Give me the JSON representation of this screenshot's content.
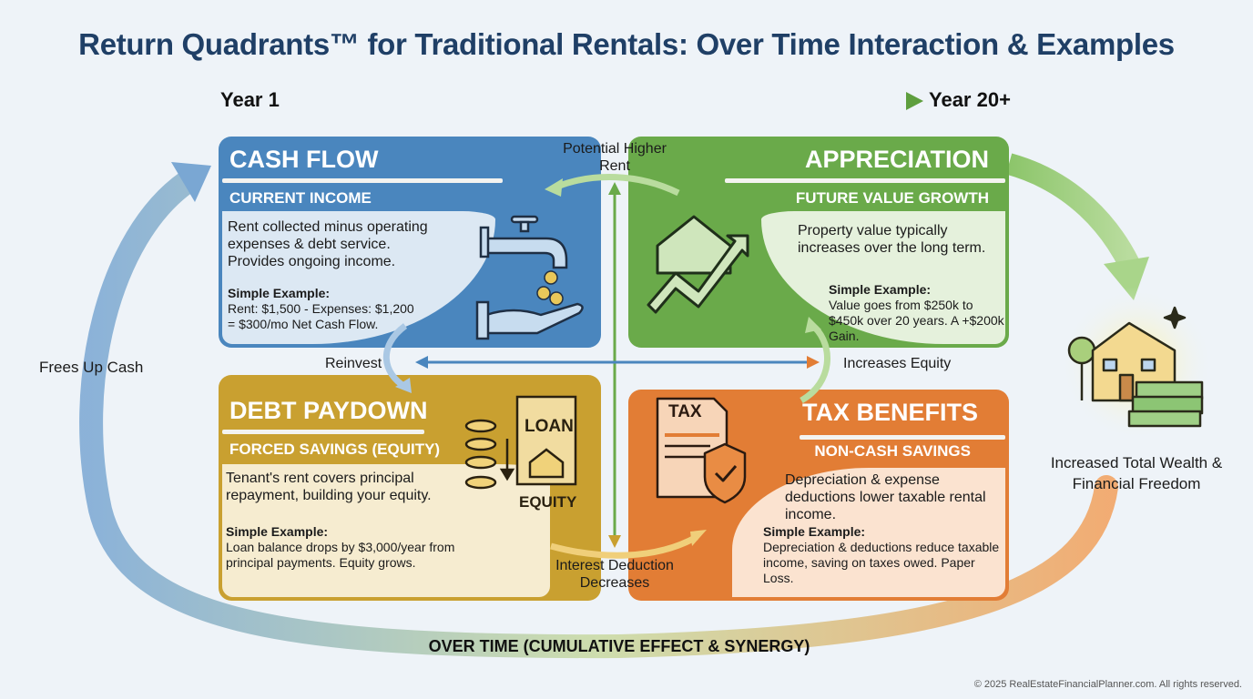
{
  "title": "Return Quadrants™ for Traditional Rentals: Over Time Interaction & Examples",
  "timeline": {
    "start": "Year 1",
    "end": "Year 20+"
  },
  "quadrants": {
    "cash_flow": {
      "title": "CASH FLOW",
      "subtitle": "CURRENT INCOME",
      "body": "Rent collected minus operating expenses & debt service. Provides ongoing income.",
      "example_label": "Simple Example:",
      "example": "Rent: $1,500 - Expenses: $1,200 = $300/mo Net Cash Flow.",
      "color": "#4a86be"
    },
    "appreciation": {
      "title": "APPRECIATION",
      "subtitle": "FUTURE VALUE GROWTH",
      "body": "Property value typically increases over the long term.",
      "example_label": "Simple Example:",
      "example": "Value goes from $250k to $450k over 20 years. A +$200k Gain.",
      "color": "#6aaa4a"
    },
    "debt_paydown": {
      "title": "DEBT PAYDOWN",
      "subtitle": "FORCED SAVINGS (EQUITY)",
      "body": "Tenant's rent covers principal repayment, building your equity.",
      "example_label": "Simple Example:",
      "example": "Loan balance drops by $3,000/year from principal payments. Equity grows.",
      "icon_loan": "LOAN",
      "icon_equity": "EQUITY",
      "color": "#c9a030"
    },
    "tax_benefits": {
      "title": "TAX BENEFITS",
      "subtitle": "NON-CASH SAVINGS",
      "body": "Depreciation & expense deductions lower taxable rental income.",
      "example_label": "Simple Example:",
      "example": "Depreciation & deductions reduce taxable income, saving on taxes owed. Paper Loss.",
      "icon_tax": "TAX",
      "color": "#e27d35"
    }
  },
  "connectors": {
    "potential_higher_rent": "Potential Higher Rent",
    "reinvest": "Reinvest",
    "increases_equity": "Increases Equity",
    "interest_deduction": "Interest Deduction Decreases",
    "frees_up_cash": "Frees Up Cash"
  },
  "outcome": "Increased Total Wealth & Financial Freedom",
  "cycle_label": "OVER TIME (CUMULATIVE EFFECT & SYNERGY)",
  "copyright": "© 2025 RealEstateFinancialPlanner.com. All rights reserved."
}
